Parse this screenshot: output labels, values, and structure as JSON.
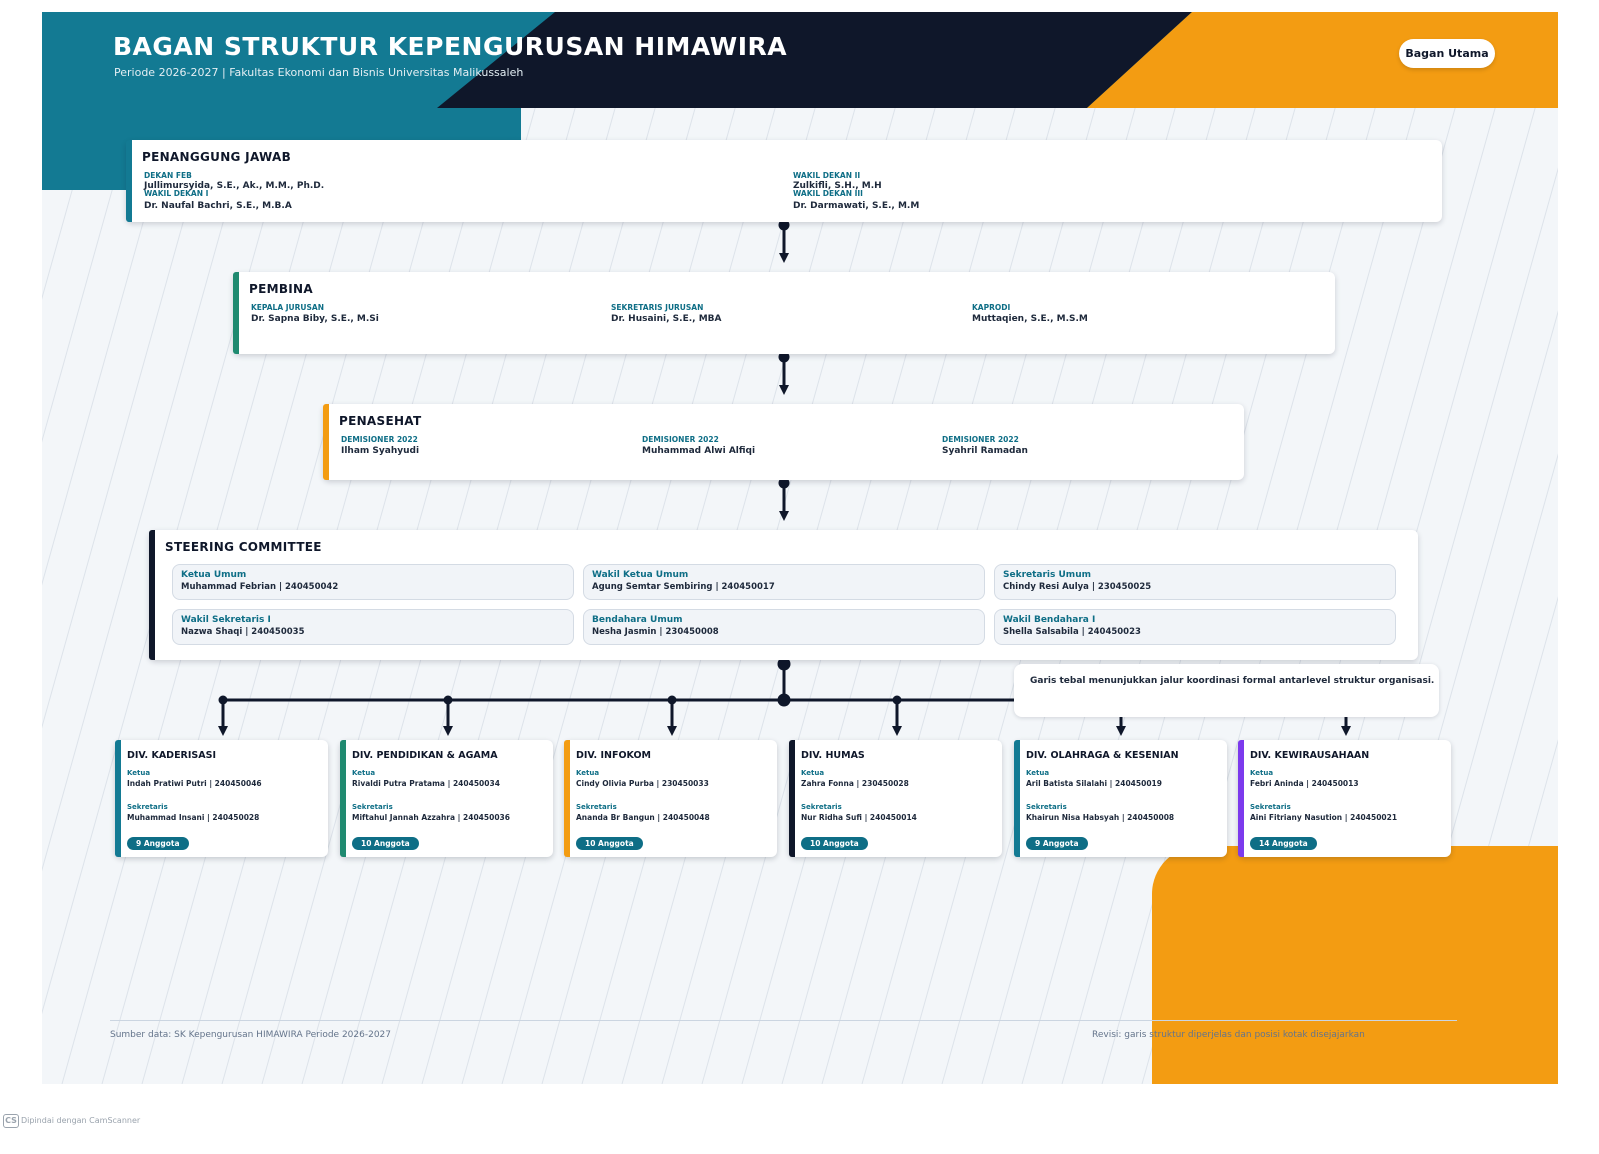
{
  "header": {
    "title": "BAGAN STRUKTUR KEPENGURUSAN HIMAWIRA",
    "subtitle": "Periode 2026-2027 | Fakultas Ekonomi dan Bisnis Universitas Malikussaleh",
    "button_label": "Bagan Utama"
  },
  "colors": {
    "teal": "#137a93",
    "navy": "#0f172a",
    "orange": "#f39c12",
    "green": "#1f8a70",
    "purple": "#7c3aed",
    "badge": "#0e6e86"
  },
  "penanggung_jawab": {
    "title": "PENANGGUNG JAWAB",
    "people": [
      {
        "role": "DEKAN FEB",
        "name": "Jullimursyida, S.E., Ak., M.M., Ph.D."
      },
      {
        "role": "WAKIL DEKAN I",
        "name": "Dr. Naufal Bachri, S.E., M.B.A"
      },
      {
        "role": "WAKIL DEKAN II",
        "name": "Zulkifli, S.H., M.H"
      },
      {
        "role": "WAKIL DEKAN III",
        "name": "Dr. Darmawati, S.E., M.M"
      }
    ]
  },
  "pembina": {
    "title": "PEMBINA",
    "people": [
      {
        "role": "KEPALA JURUSAN",
        "name": "Dr. Sapna Biby, S.E., M.Si"
      },
      {
        "role": "SEKRETARIS JURUSAN",
        "name": "Dr. Husaini, S.E., MBA"
      },
      {
        "role": "KAPRODI",
        "name": "Muttaqien, S.E., M.S.M"
      }
    ]
  },
  "penasehat": {
    "title": "PENASEHAT",
    "people": [
      {
        "role": "DEMISIONER 2022",
        "name": "Ilham Syahyudi"
      },
      {
        "role": "DEMISIONER 2022",
        "name": "Muhammad Alwi Alfiqi"
      },
      {
        "role": "DEMISIONER 2022",
        "name": "Syahril Ramadan"
      }
    ]
  },
  "steering": {
    "title": "STEERING COMMITTEE",
    "cells": [
      {
        "role": "Ketua Umum",
        "name": "Muhammad Febrian | 240450042"
      },
      {
        "role": "Wakil Ketua Umum",
        "name": "Agung Semtar Sembiring | 240450017"
      },
      {
        "role": "Sekretaris Umum",
        "name": "Chindy Resi Aulya | 230450025"
      },
      {
        "role": "Wakil Sekretaris I",
        "name": "Nazwa Shaqi | 240450035"
      },
      {
        "role": "Bendahara Umum",
        "name": "Nesha Jasmin | 230450008"
      },
      {
        "role": "Wakil Bendahara I",
        "name": "Shella Salsabila | 240450023"
      }
    ]
  },
  "note": "Garis tebal menunjukkan jalur koordinasi formal antarlevel struktur organisasi.",
  "divisions": [
    {
      "title": "DIV. KADERISASI",
      "ketua_label": "Ketua",
      "ketua": "Indah Pratiwi Putri | 240450046",
      "sekretaris_label": "Sekretaris",
      "sekretaris": "Muhammad Insani | 240450028",
      "members": "9 Anggota",
      "accent": "#137a93"
    },
    {
      "title": "DIV. PENDIDIKAN & AGAMA",
      "ketua_label": "Ketua",
      "ketua": "Rivaldi Putra Pratama | 240450034",
      "sekretaris_label": "Sekretaris",
      "sekretaris": "Miftahul Jannah Azzahra | 240450036",
      "members": "10 Anggota",
      "accent": "#1f8a70"
    },
    {
      "title": "DIV. INFOKOM",
      "ketua_label": "Ketua",
      "ketua": "Cindy Olivia Purba | 230450033",
      "sekretaris_label": "Sekretaris",
      "sekretaris": "Ananda Br Bangun | 240450048",
      "members": "10 Anggota",
      "accent": "#f39c12"
    },
    {
      "title": "DIV. HUMAS",
      "ketua_label": "Ketua",
      "ketua": "Zahra Fonna | 230450028",
      "sekretaris_label": "Sekretaris",
      "sekretaris": "Nur Ridha Sufi | 240450014",
      "members": "10 Anggota",
      "accent": "#0f172a"
    },
    {
      "title": "DIV. OLAHRAGA & KESENIAN",
      "ketua_label": "Ketua",
      "ketua": "Aril Batista Silalahi | 240450019",
      "sekretaris_label": "Sekretaris",
      "sekretaris": "Khairun Nisa Habsyah | 240450008",
      "members": "9 Anggota",
      "accent": "#137a93"
    },
    {
      "title": "DIV. KEWIRAUSAHAAN",
      "ketua_label": "Ketua",
      "ketua": "Febri Aninda | 240450013",
      "sekretaris_label": "Sekretaris",
      "sekretaris": "Aini Fitriany Nasution | 240450021",
      "members": "14 Anggota",
      "accent": "#7c3aed"
    }
  ],
  "footer": {
    "source": "Sumber data: SK Kepengurusan HIMAWIRA Periode 2026-2027",
    "revision": "Revisi: garis struktur diperjelas dan posisi kotak disejajarkan"
  },
  "watermark": {
    "icon": "CS",
    "text": "Dipindai dengan CamScanner"
  }
}
